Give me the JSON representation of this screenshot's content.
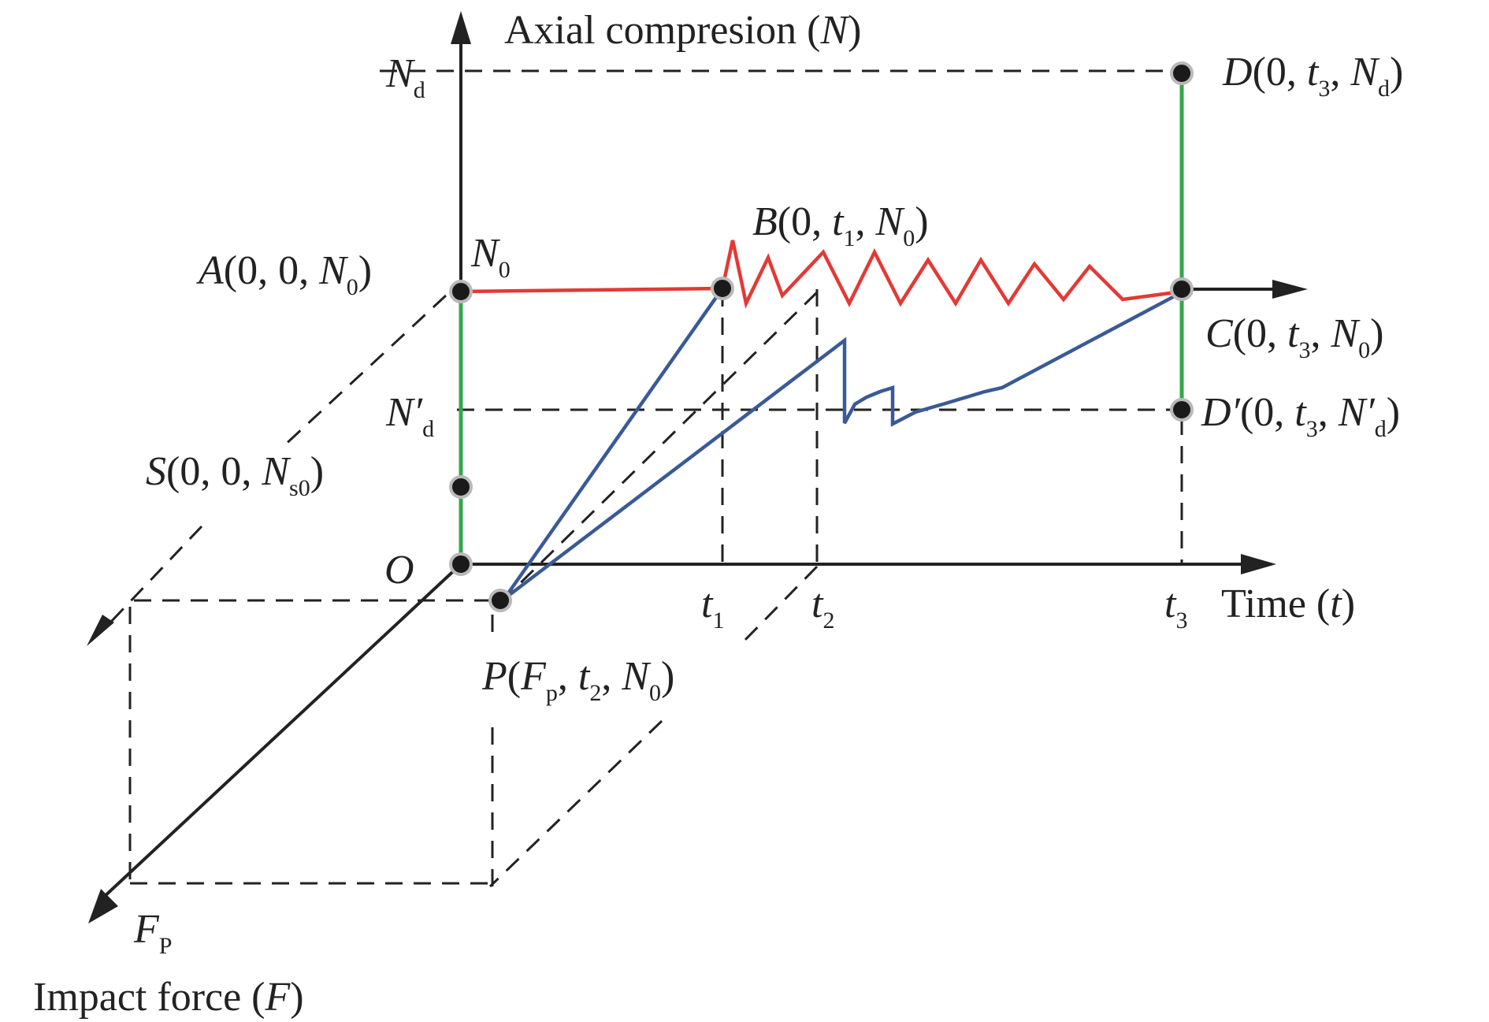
{
  "axes": {
    "n_label": "Axial compresion (",
    "n_sym": "N",
    "t_label": "Time (",
    "t_sym": "t",
    "f_label": "Impact force (",
    "f_sym": "F",
    "close": ")"
  },
  "ticks": {
    "Nd": {
      "main": "N",
      "sub": "d"
    },
    "N0": {
      "main": "N",
      "sub": "0"
    },
    "Ndp": {
      "main": "N′",
      "sub": "d"
    },
    "O": "O",
    "t1": {
      "main": "t",
      "sub": "1"
    },
    "t2": {
      "main": "t",
      "sub": "2"
    },
    "t3": {
      "main": "t",
      "sub": "3"
    },
    "Fp": {
      "main": "F",
      "sub": "P"
    }
  },
  "points": {
    "A": {
      "name": "A",
      "text": "(0, 0, ",
      "var": "N",
      "sub": "0",
      "end": ")"
    },
    "B": {
      "name": "B",
      "text": "(0, ",
      "t": "t",
      "tsub": "1",
      "mid": ", ",
      "var": "N",
      "sub": "0",
      "end": ")"
    },
    "C": {
      "name": "C",
      "text": "(0, ",
      "t": "t",
      "tsub": "3",
      "mid": ", ",
      "var": "N",
      "sub": "0",
      "end": ")"
    },
    "D": {
      "name": "D",
      "text": "(0, ",
      "t": "t",
      "tsub": "3",
      "mid": ", ",
      "var": "N",
      "sub": "d",
      "end": ")"
    },
    "Dp": {
      "name": "D′",
      "text": "(0, ",
      "t": "t",
      "tsub": "3",
      "mid": ", ",
      "var": "N′",
      "sub": "d",
      "end": ")"
    },
    "S": {
      "name": "S",
      "text": "(0, 0, ",
      "var": "N",
      "sub": "s0",
      "end": ")"
    },
    "P": {
      "name": "P",
      "open": "(",
      "f": "F",
      "fsub": "p",
      "sep": ", ",
      "t": "t",
      "tsub": "2",
      "mid": ", ",
      "var": "N",
      "sub": "0",
      "end": ")"
    }
  },
  "colors": {
    "red_curve": "#e23a36",
    "blue_curve": "#3a5a96",
    "green_segments": "#33a84a",
    "axes": "#222222"
  }
}
